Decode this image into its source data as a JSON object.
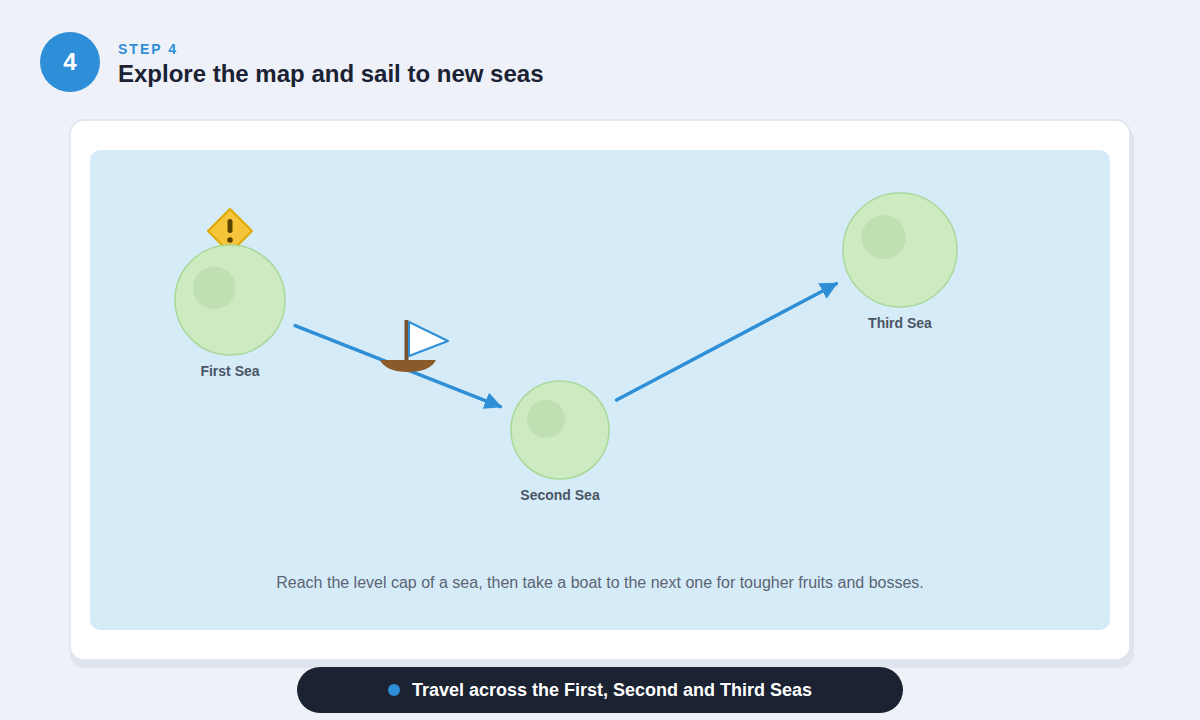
{
  "diagram": {
    "title": "Explore the map and sail to new seas",
    "caption": "Travel across the First, Second and Third Seas",
    "nodes": [
      {
        "text": [
          "First Sea"
        ]
      },
      {
        "text": [
          "Second Sea"
        ]
      },
      {
        "text": [
          "Third Sea"
        ]
      }
    ],
    "edges": [
      {
        "from": 0,
        "to": 1,
        "arrow": "to"
      },
      {
        "from": 1,
        "to": 2,
        "arrow": "to"
      }
    ],
    "labels": [
      "4",
      "STEP 4",
      "Reach the level cap of a sea, then take a boat to the next one for tougher fruits and bosses."
    ]
  }
}
